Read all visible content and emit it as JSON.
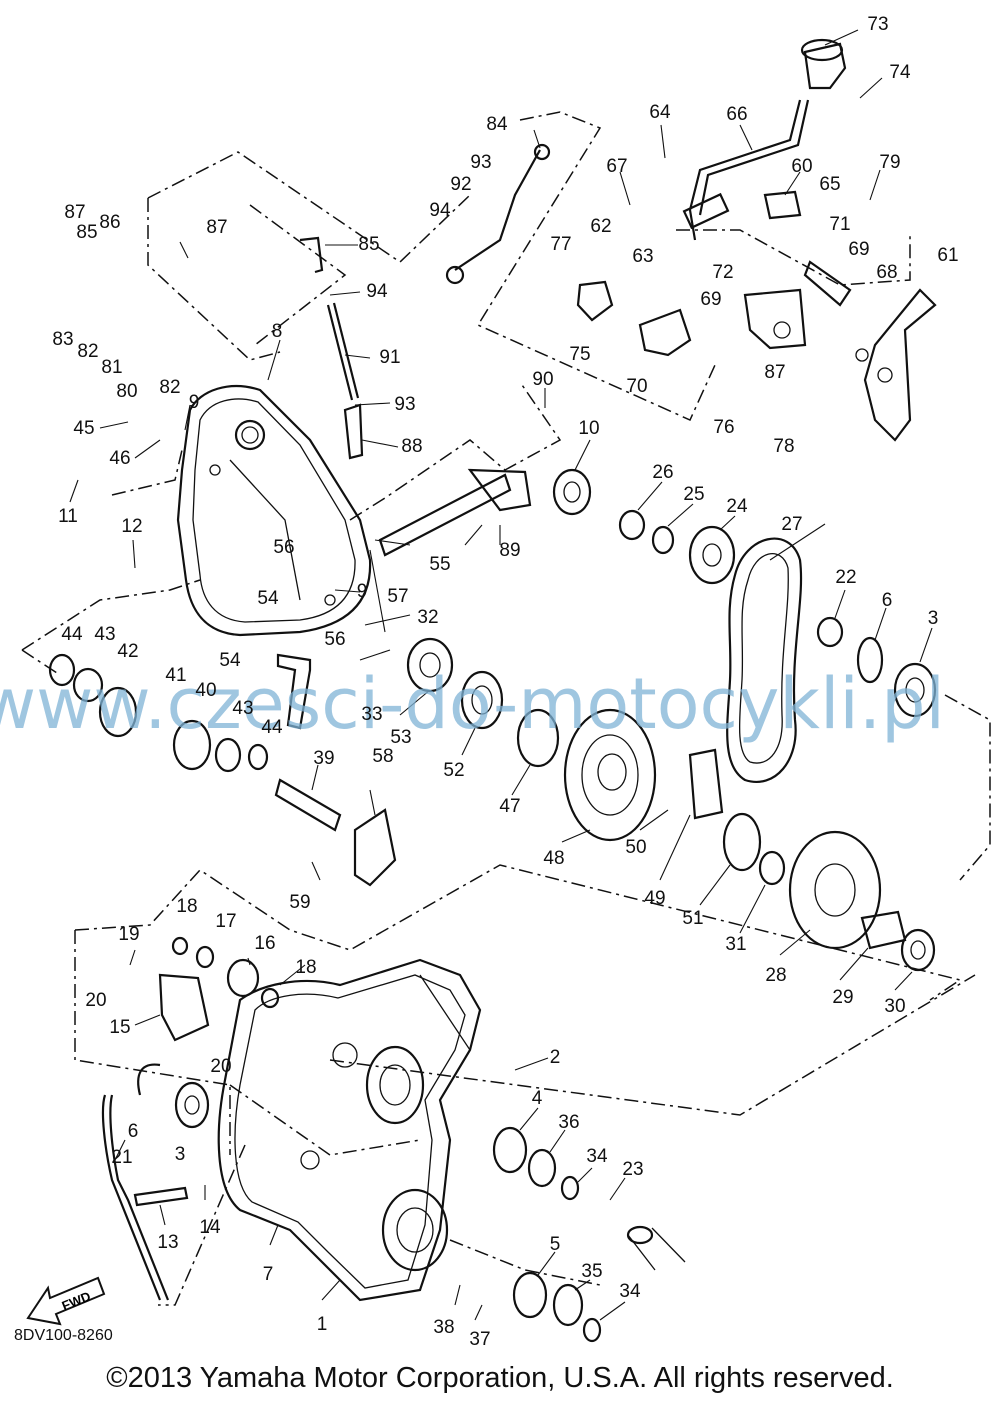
{
  "diagram_code": "8DV100-8260",
  "copyright": "©2013 Yamaha Motor Corporation, U.S.A. All rights reserved.",
  "watermark": "www.czesci-do-motocykli.pl",
  "fwd_label": "FWD",
  "colors": {
    "line": "#111111",
    "watermark": "#7fb3d6",
    "background": "#ffffff"
  },
  "callouts": [
    {
      "n": "73"
    },
    {
      "n": "74"
    },
    {
      "n": "64"
    },
    {
      "n": "66"
    },
    {
      "n": "84"
    },
    {
      "n": "93"
    },
    {
      "n": "60"
    },
    {
      "n": "65"
    },
    {
      "n": "79"
    },
    {
      "n": "67"
    },
    {
      "n": "92"
    },
    {
      "n": "87"
    },
    {
      "n": "86"
    },
    {
      "n": "87"
    },
    {
      "n": "94"
    },
    {
      "n": "85"
    },
    {
      "n": "85"
    },
    {
      "n": "62"
    },
    {
      "n": "77"
    },
    {
      "n": "71"
    },
    {
      "n": "61"
    },
    {
      "n": "63"
    },
    {
      "n": "72"
    },
    {
      "n": "69"
    },
    {
      "n": "68"
    },
    {
      "n": "69"
    },
    {
      "n": "83"
    },
    {
      "n": "94"
    },
    {
      "n": "82"
    },
    {
      "n": "81"
    },
    {
      "n": "75"
    },
    {
      "n": "70"
    },
    {
      "n": "87"
    },
    {
      "n": "8"
    },
    {
      "n": "80"
    },
    {
      "n": "82"
    },
    {
      "n": "91"
    },
    {
      "n": "90"
    },
    {
      "n": "93"
    },
    {
      "n": "76"
    },
    {
      "n": "78"
    },
    {
      "n": "45"
    },
    {
      "n": "9"
    },
    {
      "n": "46"
    },
    {
      "n": "88"
    },
    {
      "n": "10"
    },
    {
      "n": "26"
    },
    {
      "n": "25"
    },
    {
      "n": "24"
    },
    {
      "n": "11"
    },
    {
      "n": "27"
    },
    {
      "n": "89"
    },
    {
      "n": "12"
    },
    {
      "n": "56"
    },
    {
      "n": "55"
    },
    {
      "n": "22"
    },
    {
      "n": "6"
    },
    {
      "n": "3"
    },
    {
      "n": "54"
    },
    {
      "n": "9"
    },
    {
      "n": "57"
    },
    {
      "n": "32"
    },
    {
      "n": "44"
    },
    {
      "n": "43"
    },
    {
      "n": "56"
    },
    {
      "n": "42"
    },
    {
      "n": "54"
    },
    {
      "n": "41"
    },
    {
      "n": "40"
    },
    {
      "n": "33"
    },
    {
      "n": "43"
    },
    {
      "n": "53"
    },
    {
      "n": "44"
    },
    {
      "n": "52"
    },
    {
      "n": "39"
    },
    {
      "n": "47"
    },
    {
      "n": "58"
    },
    {
      "n": "50"
    },
    {
      "n": "48"
    },
    {
      "n": "49"
    },
    {
      "n": "51"
    },
    {
      "n": "31"
    },
    {
      "n": "59"
    },
    {
      "n": "18"
    },
    {
      "n": "17"
    },
    {
      "n": "19"
    },
    {
      "n": "16"
    },
    {
      "n": "28"
    },
    {
      "n": "18"
    },
    {
      "n": "29"
    },
    {
      "n": "30"
    },
    {
      "n": "20"
    },
    {
      "n": "15"
    },
    {
      "n": "20"
    },
    {
      "n": "2"
    },
    {
      "n": "4"
    },
    {
      "n": "36"
    },
    {
      "n": "6"
    },
    {
      "n": "3"
    },
    {
      "n": "34"
    },
    {
      "n": "23"
    },
    {
      "n": "21"
    },
    {
      "n": "14"
    },
    {
      "n": "13"
    },
    {
      "n": "7"
    },
    {
      "n": "5"
    },
    {
      "n": "35"
    },
    {
      "n": "34"
    },
    {
      "n": "38"
    },
    {
      "n": "37"
    },
    {
      "n": "1"
    }
  ]
}
